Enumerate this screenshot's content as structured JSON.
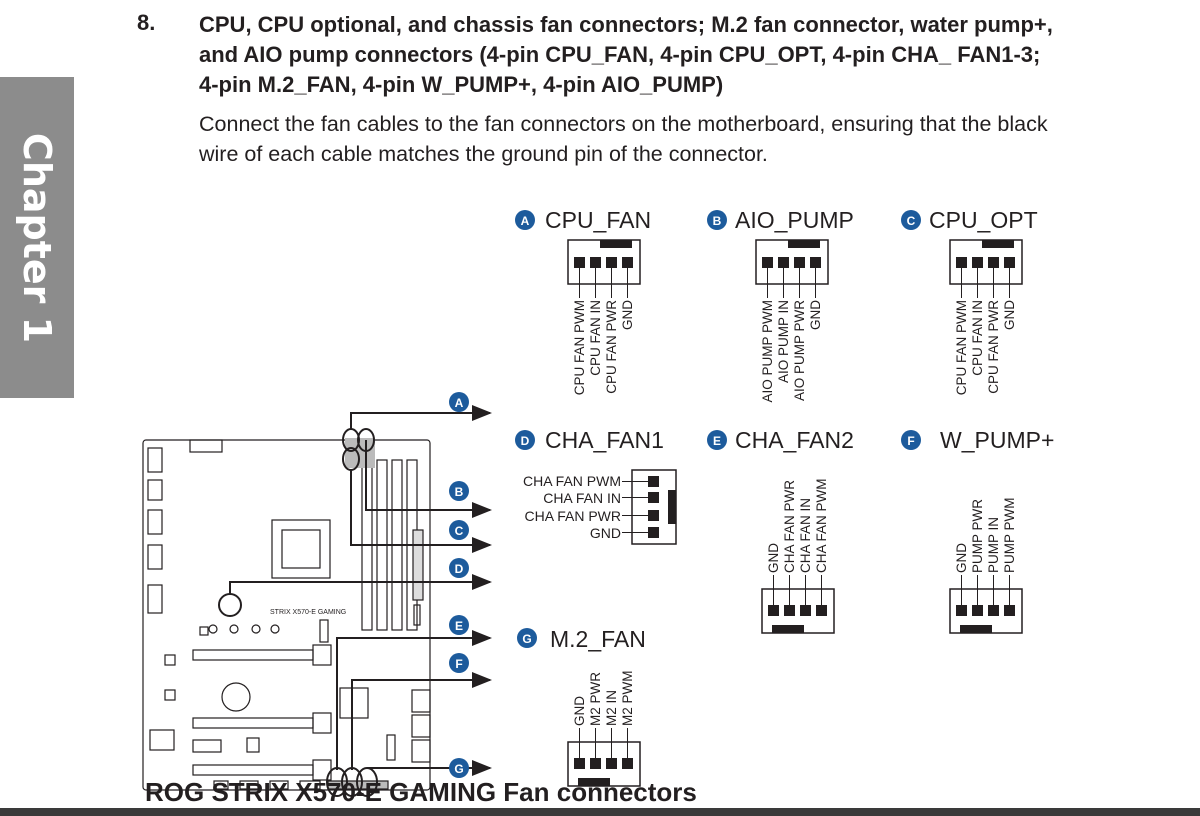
{
  "chapter_tab": "Chapter 1",
  "section": {
    "number": "8.",
    "title": "CPU, CPU optional, and chassis fan connectors; M.2 fan connector, water pump+, and AIO pump connectors (4-pin CPU_FAN, 4-pin CPU_OPT, 4-pin CHA_ FAN1-3; 4-pin M.2_FAN, 4-pin W_PUMP+, 4-pin AIO_PUMP)",
    "body": "Connect the fan cables to the fan connectors on the motherboard, ensuring that the black wire of each cable matches the ground pin of the connector."
  },
  "badge_color": "#1d5b9c",
  "motherboard_label": "STRIX X570-E GAMING",
  "callouts": [
    "A",
    "B",
    "C",
    "D",
    "E",
    "F",
    "G"
  ],
  "connectors": {
    "a": {
      "badge": "A",
      "name": "CPU_FAN",
      "pins": [
        "CPU FAN PWM",
        "CPU FAN IN",
        "CPU FAN PWR",
        "GND"
      ]
    },
    "b": {
      "badge": "B",
      "name": "AIO_PUMP",
      "pins": [
        "AIO PUMP PWM",
        "AIO PUMP IN",
        "AIO PUMP PWR",
        "GND"
      ]
    },
    "c": {
      "badge": "C",
      "name": "CPU_OPT",
      "pins": [
        "CPU FAN PWM",
        "CPU FAN IN",
        "CPU FAN PWR",
        "GND"
      ]
    },
    "d": {
      "badge": "D",
      "name": "CHA_FAN1",
      "pins": [
        "CHA FAN PWM",
        "CHA FAN IN",
        "CHA FAN PWR",
        "GND"
      ]
    },
    "e": {
      "badge": "E",
      "name": "CHA_FAN2",
      "pins": [
        "GND",
        "CHA FAN PWR",
        "CHA FAN IN",
        "CHA FAN PWM"
      ]
    },
    "f": {
      "badge": "F",
      "name": "W_PUMP+",
      "pins": [
        "GND",
        "PUMP PWR",
        "PUMP IN",
        "PUMP PWM"
      ]
    },
    "g": {
      "badge": "G",
      "name": "M.2_FAN",
      "pins": [
        "GND",
        "M2 PWR",
        "M2 IN",
        "M2 PWM"
      ]
    }
  },
  "footer_heading": "ROG STRIX X570-E GAMING Fan connectors"
}
